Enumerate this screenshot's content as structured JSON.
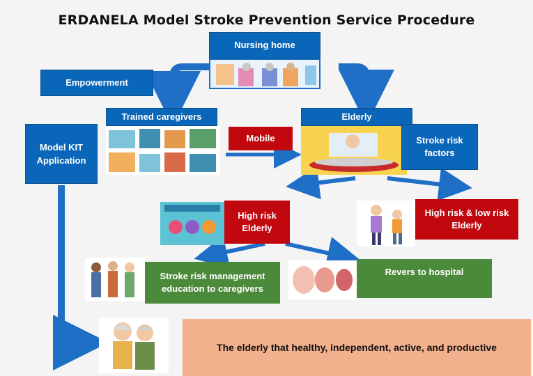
{
  "title": "ERDANELA Model Stroke Prevention Service Procedure",
  "boxes": {
    "nursing_home": "Nursing home",
    "empowerment": "Empowerment",
    "trained_caregivers": "Trained caregivers",
    "elderly": "Elderly",
    "model_kit": "Model KIT Application",
    "mobile": "Mobile",
    "stroke_risk_factors": "Stroke risk factors",
    "high_risk_elderly": "High risk Elderly",
    "high_low_risk_elderly": "High risk & low risk Elderly",
    "risk_management": "Stroke risk management education to caregivers",
    "revers_hospital": "Revers to hospital",
    "outcome": "The elderly that healthy, independent, active, and productive"
  },
  "colors": {
    "blue": "#0a66b8",
    "red": "#c0080e",
    "green": "#4c8a3b",
    "orange": "#f2b08d",
    "arrow": "#1f6fc7"
  }
}
